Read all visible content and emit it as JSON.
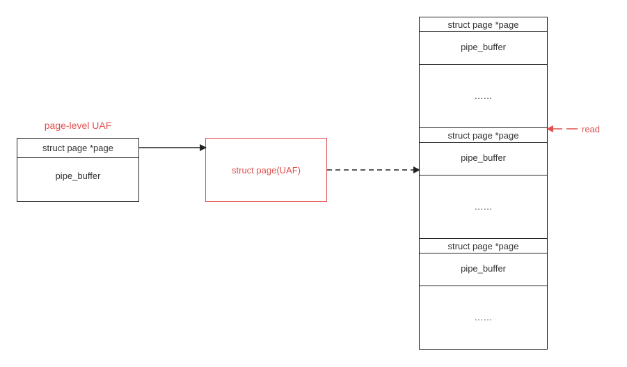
{
  "colors": {
    "accent_red": "#e05050",
    "stroke_dark": "#222222",
    "text_dark": "#333333"
  },
  "left": {
    "title": "page-level UAF",
    "header": "struct page *page",
    "body": "pipe_buffer"
  },
  "middle": {
    "label": "struct page(UAF)"
  },
  "right": {
    "sections": [
      {
        "header": "struct page *page",
        "body": "pipe_buffer",
        "ellipsis": "……"
      },
      {
        "header": "struct page *page",
        "body": "pipe_buffer",
        "ellipsis": "……"
      },
      {
        "header": "struct page *page",
        "body": "pipe_buffer",
        "ellipsis": "……"
      }
    ]
  },
  "read_label": "read"
}
